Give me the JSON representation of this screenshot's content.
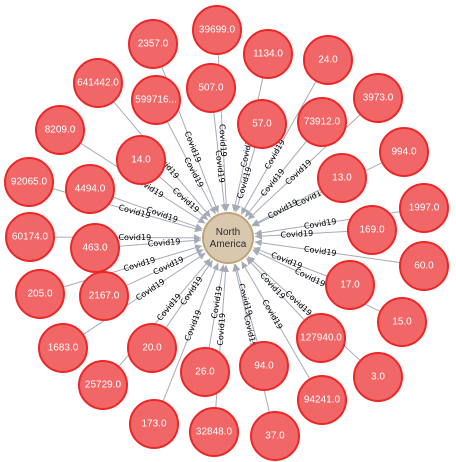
{
  "graph": {
    "center": {
      "label_lines": [
        "North",
        "America"
      ],
      "fill": "#d9c8ae",
      "stroke": "#c0a378"
    },
    "node_style": {
      "fill": "#f16667",
      "stroke": "#eb2728"
    },
    "edge_color": "#a5abb6",
    "relationship": "Covid19",
    "nodes": [
      "39699.0",
      "2357.0",
      "1134.0",
      "24.0",
      "507.0",
      "641442.0",
      "599716...",
      "3973.0",
      "57.0",
      "73912.0",
      "994.0",
      "8209.0",
      "14.0",
      "13.0",
      "92065.0",
      "4494.0",
      "1997.0",
      "169.0",
      "60174.0",
      "463.0",
      "60.0",
      "205.0",
      "17.0",
      "2167.0",
      "15.0",
      "127940.0",
      "1683.0",
      "20.0",
      "3.0",
      "26.0",
      "94.0",
      "25729.0",
      "94241.0",
      "173.0",
      "32848.0",
      "37.0"
    ]
  }
}
